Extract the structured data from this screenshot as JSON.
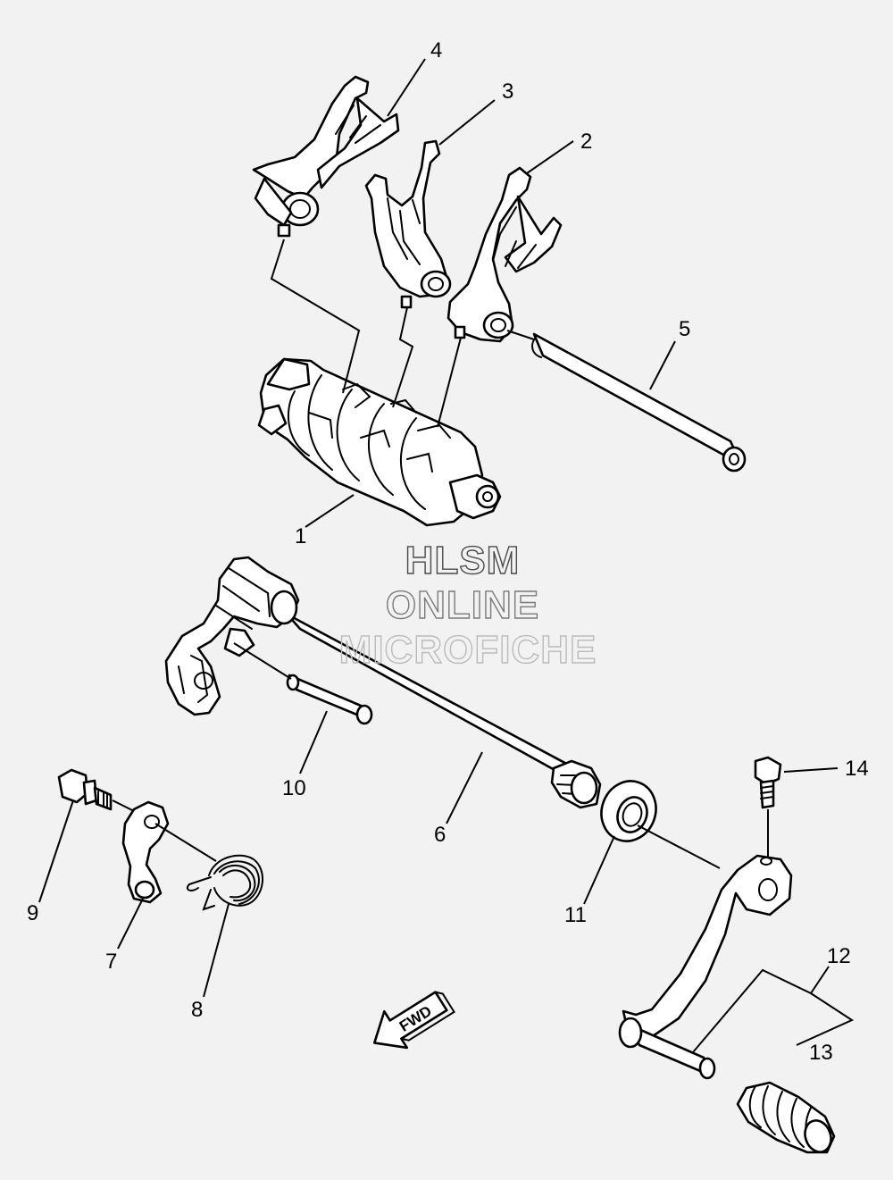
{
  "callouts": [
    {
      "id": "1",
      "label": "1"
    },
    {
      "id": "2",
      "label": "2"
    },
    {
      "id": "3",
      "label": "3"
    },
    {
      "id": "4",
      "label": "4"
    },
    {
      "id": "5",
      "label": "5"
    },
    {
      "id": "6",
      "label": "6"
    },
    {
      "id": "7",
      "label": "7"
    },
    {
      "id": "8",
      "label": "8"
    },
    {
      "id": "9",
      "label": "9"
    },
    {
      "id": "10",
      "label": "10"
    },
    {
      "id": "11",
      "label": "11"
    },
    {
      "id": "12",
      "label": "12"
    },
    {
      "id": "13",
      "label": "13"
    },
    {
      "id": "14",
      "label": "14"
    }
  ],
  "watermark": {
    "line1": "HLSM",
    "line2": "ONLINE",
    "line3": "MICROFICHE",
    "color_dark": "#4a4a4a",
    "color_mid": "#7a7a7a",
    "color_light": "#bbbbbb"
  },
  "direction_arrow": {
    "label": "FWD",
    "icon": "fwd-arrow-icon"
  },
  "colors": {
    "background": "#f2f2f2",
    "line": "#000000",
    "fill": "#ffffff"
  }
}
